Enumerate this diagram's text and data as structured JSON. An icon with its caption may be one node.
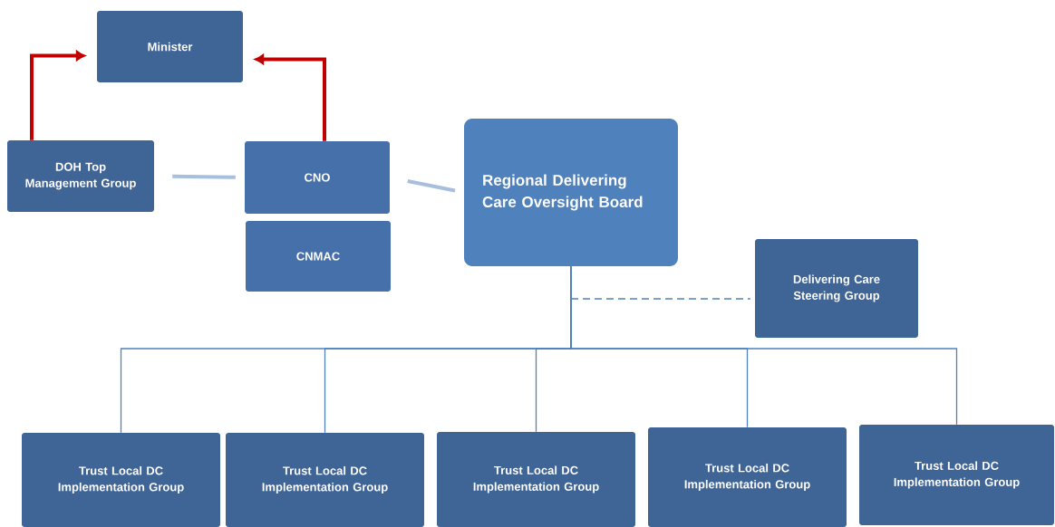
{
  "diagram": {
    "nodes": [
      {
        "text": [
          "Minister"
        ]
      },
      {
        "text": [
          "DOH Top Management Group"
        ]
      },
      {
        "text": [
          "CNO"
        ]
      },
      {
        "text": [
          "CNMAC"
        ]
      },
      {
        "text": [
          "Regional Delivering Care Oversight Board"
        ]
      },
      {
        "text": [
          "Delivering Care Steering Group"
        ]
      },
      {
        "text": [
          "Trust Local DC Implementation Group"
        ]
      },
      {
        "text": [
          "Trust Local DC Implementation Group"
        ]
      },
      {
        "text": [
          "Trust Local DC Implementation Group"
        ]
      },
      {
        "text": [
          "Trust Local DC Implementation Group"
        ]
      },
      {
        "text": [
          "Trust Local DC Implementation Group"
        ]
      }
    ],
    "edges": [
      {
        "from": 1,
        "to": 0,
        "arrow": "to",
        "style": "thick",
        "color": "#c00000"
      },
      {
        "from": 2,
        "to": 0,
        "arrow": "to",
        "style": "thick",
        "color": "#c00000"
      },
      {
        "from": 1,
        "to": 2,
        "arrow": "none",
        "style": "thick",
        "color": "#a7bfdc"
      },
      {
        "from": 2,
        "to": 4,
        "arrow": "none",
        "style": "thick",
        "color": "#a7bfdc"
      },
      {
        "from": 4,
        "to": 5,
        "arrow": "none",
        "style": "dashed"
      },
      {
        "from": 4,
        "to": 6,
        "arrow": "none"
      },
      {
        "from": 4,
        "to": 7,
        "arrow": "none"
      },
      {
        "from": 4,
        "to": 8,
        "arrow": "none"
      },
      {
        "from": 4,
        "to": 9,
        "arrow": "none"
      },
      {
        "from": 4,
        "to": 10,
        "arrow": "none"
      }
    ]
  }
}
